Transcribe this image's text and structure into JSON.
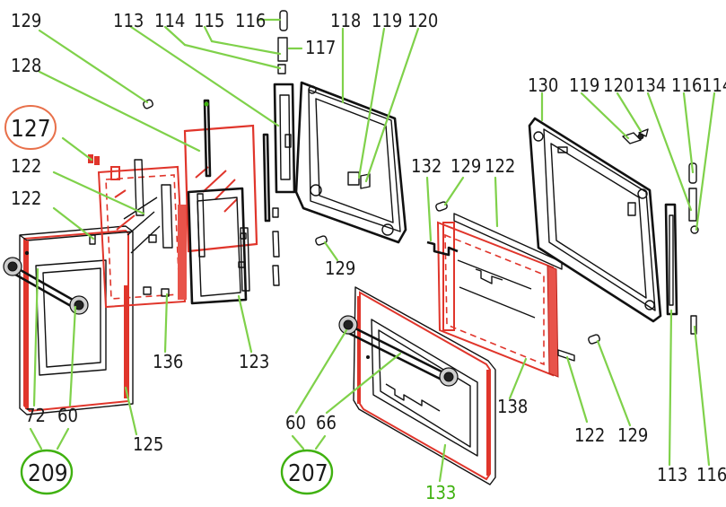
{
  "diagram": {
    "callouts": {
      "c129a": "129",
      "c113a": "113",
      "c114a": "114",
      "c115": "115",
      "c116a": "116",
      "c117": "117",
      "c118": "118",
      "c119a": "119",
      "c120a": "120",
      "c128": "128",
      "c127": "127",
      "c122a": "122",
      "c122b": "122",
      "c130": "130",
      "c119b": "119",
      "c120b": "120",
      "c134": "134",
      "c116b": "116",
      "c114b": "114",
      "c132": "132",
      "c129b": "129",
      "c122c": "122",
      "c129c": "129",
      "c136": "136",
      "c123": "123",
      "c72": "72",
      "c60a": "60",
      "c125": "125",
      "c60b": "60",
      "c66": "66",
      "c138": "138",
      "c122d": "122",
      "c129d": "129",
      "c113b": "113",
      "c116c": "116",
      "c133": "133"
    },
    "assemblies": {
      "a209": "209",
      "a207": "207"
    },
    "colors": {
      "leader": "#7fd14a",
      "highlight": "#e0352b",
      "circle": "#e8704a",
      "assembly_label": "#3fb10f",
      "line_art": "#111111"
    }
  }
}
